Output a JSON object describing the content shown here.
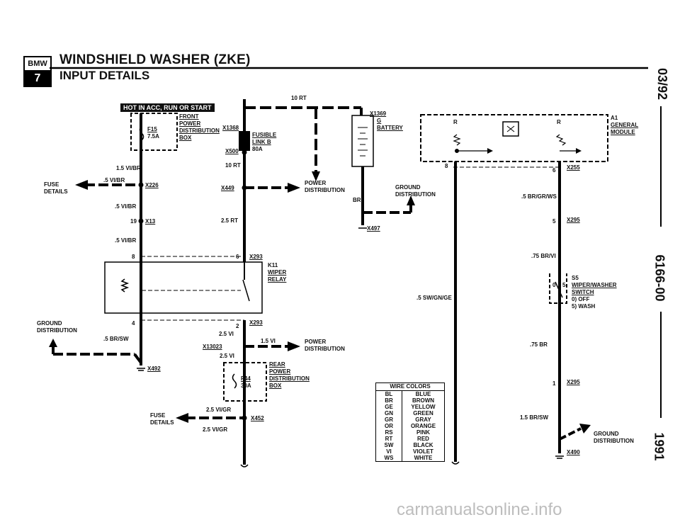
{
  "header": {
    "logo_top": "BMW",
    "logo_num": "7",
    "title": "WINDSHIELD WASHER (ZKE)",
    "subtitle": "INPUT DETAILS"
  },
  "side_text": {
    "top": "03/92",
    "middle": "6166-00",
    "bottom": "1991"
  },
  "labels": {
    "hot_in": "HOT IN ACC, RUN OR START",
    "front_power_box": [
      "FRONT",
      "POWER",
      "DISTRIBUTION",
      "BOX"
    ],
    "f15": "F15",
    "f15_amp": "7.5A",
    "x1368": "X1368",
    "fusible_link": [
      "FUSIBLE",
      "LINK B"
    ],
    "fusible_amp": "80A",
    "x500": "X500",
    "w10rt_top": "10 RT",
    "w10rt_mid": "10 RT",
    "x1369": "X1369",
    "battery_g": "G",
    "battery": "BATTERY",
    "w15vibr": "1.5 VI/BR",
    "w5vibr_a": ".5 VI/BR",
    "fuse_details_l": [
      "FUSE",
      "DETAILS"
    ],
    "x226": "X226",
    "x449": "X449",
    "power_distribution_1": [
      "POWER",
      "DISTRIBUTION"
    ],
    "br": "BR",
    "ground_distribution_1": [
      "GROUND",
      "DISTRIBUTION"
    ],
    "w5vibr_b": ".5 VI/BR",
    "pin19": "19",
    "x13": "X13",
    "w25rt": "2.5 RT",
    "x497": "X497",
    "w5vibr_c": ".5 VI/BR",
    "pin8_a": "8",
    "pin6_a": "6",
    "x293_a": "X293",
    "k11": [
      "K11",
      "WIPER",
      "RELAY"
    ],
    "ground_distribution_2": [
      "GROUND",
      "DISTRIBUTION"
    ],
    "pin4": "4",
    "pin2": "2",
    "x293_b": "X293",
    "w5brsw": ".5 BR/SW",
    "w25vi_a": "2.5 VI",
    "x13023": "X13023",
    "w15vi": "1.5 VI",
    "power_distribution_2": [
      "POWER",
      "DISTRIBUTION"
    ],
    "w25vi_b": "2.5 VI",
    "x492": "X492",
    "rear_box": [
      "REAR",
      "POWER",
      "DISTRIBUTION",
      "BOX"
    ],
    "f44": "F44",
    "f44_amp": "30A",
    "w25vigr_a": "2.5 VI/GR",
    "fuse_details_b": [
      "FUSE",
      "DETAILS"
    ],
    "x452": "X452",
    "w25vigr_b": "2.5 VI/GR",
    "a1": [
      "A1",
      "GENERAL",
      "MODULE"
    ],
    "r_left": "R",
    "r_right": "R",
    "pin8_b": "8",
    "pin6_b": "6",
    "x255": "X255",
    "w5brgrws": ".5 BR/GR/WS",
    "pin5": "5",
    "x295_a": "X295",
    "w75brvi": ".75 BR/VI",
    "s5": [
      "S5",
      "WIPER/WASHER",
      "SWITCH",
      "0) OFF",
      "5) WASH"
    ],
    "s5_pin0": "0",
    "s5_pin5": "5",
    "w5swgnge": ".5 SW/GN/GE",
    "w75br": ".75 BR",
    "pin1": "1",
    "x295_b": "X295",
    "w15brsw": "1.5 BR/SW",
    "ground_distribution_3": [
      "GROUND",
      "DISTRIBUTION"
    ],
    "x490": "X490"
  },
  "wire_colors": {
    "title": "WIRE COLORS",
    "rows": [
      [
        "BL",
        "BLUE"
      ],
      [
        "BR",
        "BROWN"
      ],
      [
        "GE",
        "YELLOW"
      ],
      [
        "GN",
        "GREEN"
      ],
      [
        "GR",
        "GRAY"
      ],
      [
        "OR",
        "ORANGE"
      ],
      [
        "RS",
        "PINK"
      ],
      [
        "RT",
        "RED"
      ],
      [
        "SW",
        "BLACK"
      ],
      [
        "VI",
        "VIOLET"
      ],
      [
        "WS",
        "WHITE"
      ]
    ]
  },
  "watermark": "carmanualsonline.info"
}
